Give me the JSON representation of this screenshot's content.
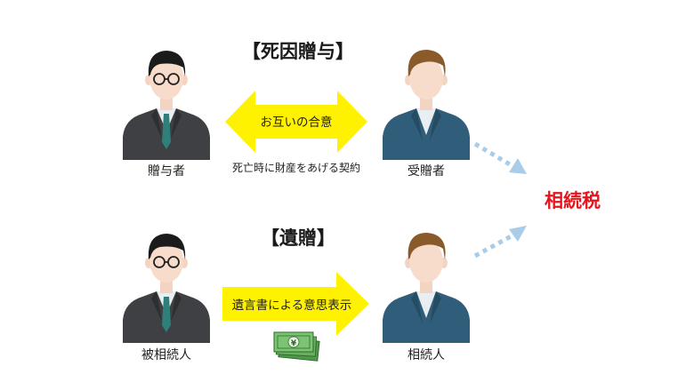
{
  "section1": {
    "title": "【死因贈与】",
    "giver_label": "贈与者",
    "receiver_label": "受贈者",
    "arrow_text": "お互いの合意",
    "contract_caption": "死亡時に財産をあげる契約"
  },
  "section2": {
    "title": "【遺贈】",
    "giver_label": "被相続人",
    "receiver_label": "相続人",
    "arrow_text": "遺言書による意思表示",
    "money_symbol": "¥"
  },
  "result": {
    "label": "相続税"
  },
  "colors": {
    "arrow_yellow": "#fff200",
    "tax_red": "#e8141c",
    "dotted_arrow": "#a9cde8",
    "giver_suit": "#3f4043",
    "receiver_suit": "#2f5d7a"
  },
  "icons": [
    "man-glasses-gray-suit-icon",
    "man-blue-suit-icon",
    "double-arrow-icon",
    "right-arrow-icon",
    "yen-bills-icon",
    "dotted-arrow-icon"
  ]
}
